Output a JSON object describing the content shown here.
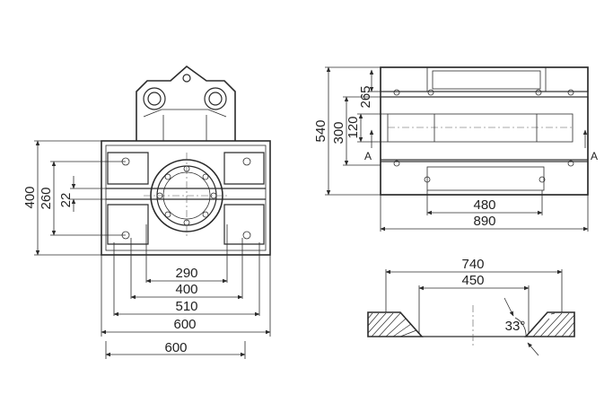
{
  "front_view": {
    "height_labels": {
      "overall": "400",
      "inner": "260",
      "slot": "22"
    },
    "width_labels": {
      "w290": "290",
      "w400": "400",
      "w510": "510",
      "w600_inner": "600",
      "w600_outer": "600"
    }
  },
  "side_view": {
    "height_labels": {
      "overall": "540",
      "mid": "300",
      "small": "120",
      "top": "265"
    },
    "width_labels": {
      "inner": "480",
      "overall": "890"
    },
    "section_marks": {
      "left": "A",
      "right": "A"
    }
  },
  "section_view": {
    "width_labels": {
      "outer": "740",
      "inner": "450"
    },
    "angle_label": "33°"
  }
}
